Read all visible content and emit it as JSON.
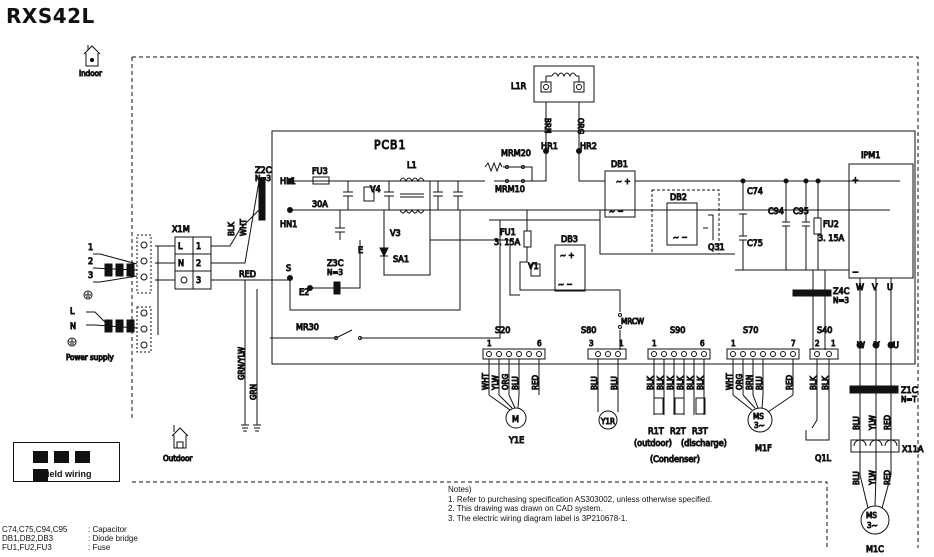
{
  "title": "RXS42L",
  "labels": {
    "indoor": "Indoor",
    "outdoor": "Outdoor",
    "power_supply": "Power supply",
    "field_wiring": "Field wiring",
    "pcb1": "PCB1",
    "ipm1": "IPM1",
    "l1r": "L1R",
    "hr1": "HR1",
    "hr2": "HR2",
    "hl1": "HL1",
    "hn1": "HN1",
    "z2c": "Z2C",
    "z2c_n": "N=3",
    "fu3": "FU3",
    "fu3_val": "30A",
    "l1": "L1",
    "v4": "V4",
    "v3": "V3",
    "sa1": "SA1",
    "z3c": "Z3C",
    "z3c_n": "N=3",
    "e": "E",
    "e2": "E2",
    "s": "S",
    "mr30": "MR30",
    "mrm20": "MRM20",
    "mrm10": "MRM10",
    "db1": "DB1",
    "db2": "DB2",
    "db3": "DB3",
    "q31": "Q31",
    "c74": "C74",
    "c75": "C75",
    "c94": "C94",
    "c95": "C95",
    "fu2": "FU2",
    "fu2_val": "3. 15A",
    "fu1": "FU1",
    "fu1_val": "3. 15A",
    "v1": "V1",
    "mrcw": "MRCW",
    "z4c": "Z4C",
    "z4c_n": "N=3",
    "x1m": "X1M",
    "s20": "S20",
    "s80": "S80",
    "s90": "S90",
    "s70": "S70",
    "s40": "S40",
    "y1e": "Y1E",
    "y1r": "Y1R",
    "r1t": "R1T",
    "r2t": "R2T",
    "r3t": "R3T",
    "outdoor_paren": "(outdoor)",
    "discharge_paren": "(discharge)",
    "condenser_paren": "(Condenser)",
    "m1f": "M1F",
    "ms3": "MS",
    "ms3b": "3~",
    "q1l": "Q1L",
    "z1c": "Z1C",
    "z1c_n": "N=T",
    "x11a": "X11A",
    "m1c": "M1C",
    "u": "U",
    "v": "V",
    "w": "W",
    "l": "L",
    "n": "N",
    "t1": "1",
    "t2": "2",
    "t3": "3",
    "six": "6",
    "seven": "7",
    "red": "RED",
    "blk": "BLK",
    "wht": "WHT",
    "brn": "BRN",
    "org": "ORG",
    "blu": "BLU",
    "ylw": "YLW",
    "grn_ylw": "GRN/YLW",
    "grn": "GRN",
    "m": "M"
  },
  "notes": {
    "header": "Notes)",
    "items": [
      "1.  Refer to purchasing specification AS303002, unless otherwise specified.",
      "2.  This drawing was drawn on CAD system.",
      "3.  The electric wiring diagram label is 3P210678-1."
    ]
  },
  "legend": [
    {
      "key": "C74,C75,C94,C95",
      "value": ": Capacitor"
    },
    {
      "key": "DB1,DB2,DB3",
      "value": ": Diode bridge"
    },
    {
      "key": "FU1,FU2,FU3",
      "value": ": Fuse"
    }
  ]
}
